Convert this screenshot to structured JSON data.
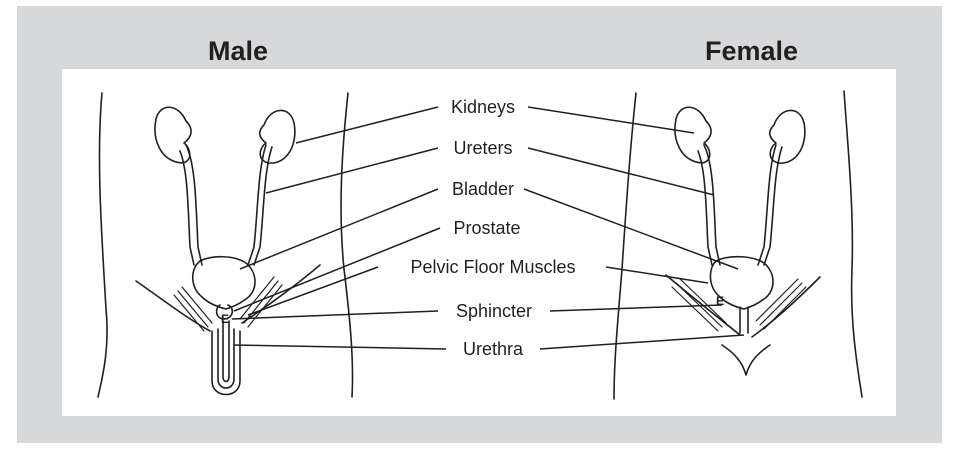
{
  "titles": {
    "male": "Male",
    "female": "Female"
  },
  "labels": {
    "kidneys": "Kidneys",
    "ureters": "Ureters",
    "bladder": "Bladder",
    "prostate": "Prostate",
    "pelvic_floor": "Pelvic Floor Muscles",
    "sphincter": "Sphincter",
    "urethra": "Urethra"
  },
  "sphincter_marks": {
    "male": "E",
    "female": "E"
  },
  "colors": {
    "panel": "#d7d8da",
    "canvas": "#ffffff",
    "ink": "#231f20"
  }
}
